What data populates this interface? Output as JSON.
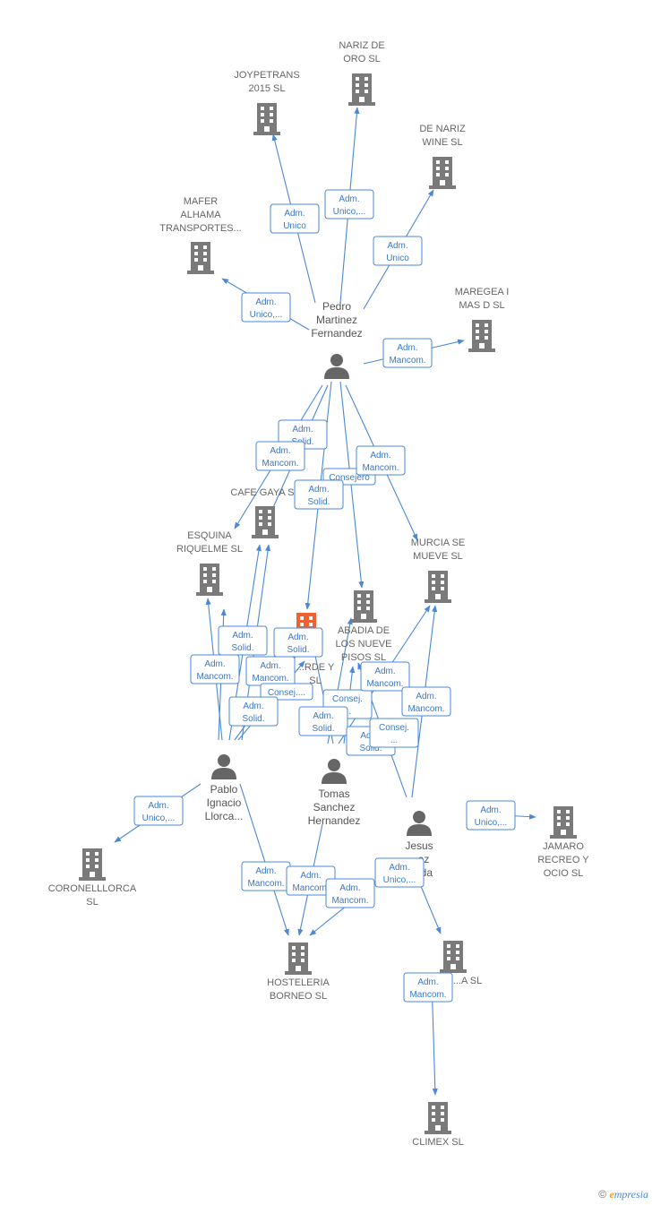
{
  "companies": [
    {
      "id": "nariz_oro",
      "lines": [
        "NARIZ DE",
        "ORO  SL"
      ],
      "color": "#7a7a7a"
    },
    {
      "id": "joypetrans",
      "lines": [
        "JOYPETRANS",
        "2015  SL"
      ],
      "color": "#7a7a7a"
    },
    {
      "id": "de_nariz",
      "lines": [
        "DE NARIZ",
        "WINE  SL"
      ],
      "color": "#7a7a7a"
    },
    {
      "id": "mafer",
      "lines": [
        "MAFER",
        "ALHAMA",
        "TRANSPORTES..."
      ],
      "color": "#7a7a7a"
    },
    {
      "id": "maregea",
      "lines": [
        "MAREGEA I",
        "MAS D  SL"
      ],
      "color": "#7a7a7a"
    },
    {
      "id": "cafe_gaya",
      "lines": [
        "CAFE GAYA SL"
      ],
      "color": "#7a7a7a"
    },
    {
      "id": "esquina",
      "lines": [
        "ESQUINA",
        "RIQUELME SL"
      ],
      "color": "#7a7a7a"
    },
    {
      "id": "murcia",
      "lines": [
        "MURCIA SE",
        "MUEVE  SL"
      ],
      "color": "#7a7a7a"
    },
    {
      "id": "abadia",
      "lines": [
        "ABADIA DE",
        "LOS NUEVE",
        "PISOS SL"
      ],
      "color": "#7a7a7a"
    },
    {
      "id": "verde",
      "lines": [
        "...RDE Y",
        "SL"
      ],
      "color": "#f06030"
    },
    {
      "id": "jamaro",
      "lines": [
        "JAMARO",
        "RECREO Y",
        "OCIO  SL"
      ],
      "color": "#7a7a7a"
    },
    {
      "id": "coronel",
      "lines": [
        "CORONELLLORCA",
        "SL"
      ],
      "color": "#7a7a7a"
    },
    {
      "id": "hosteleria",
      "lines": [
        "HOSTELERIA",
        "BORNEO  SL"
      ],
      "color": "#7a7a7a"
    },
    {
      "id": "unk_sl",
      "lines": [
        "...A  SL"
      ],
      "color": "#7a7a7a"
    },
    {
      "id": "climex",
      "lines": [
        "CLIMEX SL"
      ],
      "color": "#7a7a7a"
    }
  ],
  "persons": [
    {
      "id": "pedro",
      "lines": [
        "Pedro",
        "Martinez",
        "Fernandez"
      ]
    },
    {
      "id": "pablo",
      "lines": [
        "Pablo",
        "Ignacio",
        "Llorca..."
      ]
    },
    {
      "id": "tomas",
      "lines": [
        "Tomas",
        "Sanchez",
        "Hernandez"
      ]
    },
    {
      "id": "jesus",
      "lines": [
        "Jesus",
        "...ez",
        "...eda"
      ]
    }
  ],
  "edges": [
    {
      "from": "pedro",
      "to": "joypetrans",
      "label": [
        "Adm.",
        "Unico"
      ]
    },
    {
      "from": "pedro",
      "to": "nariz_oro",
      "label": [
        "Adm.",
        "Unico,..."
      ]
    },
    {
      "from": "pedro",
      "to": "de_nariz",
      "label": [
        "Adm.",
        "Unico"
      ]
    },
    {
      "from": "pedro",
      "to": "mafer",
      "label": [
        "Adm.",
        "Unico,..."
      ]
    },
    {
      "from": "pedro",
      "to": "maregea",
      "label": [
        "Adm.",
        "Mancom."
      ]
    },
    {
      "from": "pedro",
      "to": "esquina",
      "label": [
        "Adm.",
        "Solid."
      ]
    },
    {
      "from": "pedro",
      "to": "cafe_gaya",
      "label": [
        "Adm.",
        "Mancom."
      ]
    },
    {
      "from": "pedro",
      "to": "abadia",
      "label": [
        "Consejero"
      ]
    },
    {
      "from": "pedro",
      "to": "verde",
      "label": [
        "Adm.",
        "Solid."
      ]
    },
    {
      "from": "pedro",
      "to": "murcia",
      "label": [
        "Adm.",
        "Mancom."
      ]
    },
    {
      "from": "pablo",
      "to": "esquina",
      "label": [
        "Adm.",
        "Solid."
      ]
    },
    {
      "from": "pablo",
      "to": "verde",
      "label": [
        "Adm.",
        "Solid."
      ]
    },
    {
      "from": "pablo",
      "to": "esquina",
      "label": [
        "Adm.",
        "Mancom."
      ]
    },
    {
      "from": "pablo",
      "to": "verde",
      "label": [
        "Adm.",
        "Mancom."
      ]
    },
    {
      "from": "pablo",
      "to": "cafe_gaya",
      "label": [
        "Consej...."
      ]
    },
    {
      "from": "pablo",
      "to": "cafe_gaya",
      "label": [
        "Adm.",
        "Solid."
      ]
    },
    {
      "from": "pablo",
      "to": "coronel",
      "label": [
        "Adm.",
        "Unico,..."
      ]
    },
    {
      "from": "pablo",
      "to": "hosteleria",
      "label": [
        "Adm.",
        "Mancom."
      ]
    },
    {
      "from": "tomas",
      "to": "abadia",
      "label": [
        "Consej.",
        "..."
      ]
    },
    {
      "from": "tomas",
      "to": "verde",
      "label": [
        "Adm.",
        "Solid."
      ]
    },
    {
      "from": "tomas",
      "to": "murcia",
      "label": [
        "Adm.",
        "Mancom."
      ]
    },
    {
      "from": "tomas",
      "to": "abadia",
      "label": [
        "Adm.",
        "Solid."
      ]
    },
    {
      "from": "tomas",
      "to": "hosteleria",
      "label": [
        "Adm.",
        "Mancom."
      ]
    },
    {
      "from": "jesus",
      "to": "murcia",
      "label": [
        "Adm.",
        "Mancom."
      ]
    },
    {
      "from": "jesus",
      "to": "abadia",
      "label": [
        "Consej.",
        "..."
      ]
    },
    {
      "from": "jesus",
      "to": "jamaro",
      "label": [
        "Adm.",
        "Unico,..."
      ]
    },
    {
      "from": "jesus",
      "to": "hosteleria",
      "label": [
        "Adm.",
        "Mancom."
      ]
    },
    {
      "from": "jesus",
      "to": "unk_sl",
      "label": [
        "Adm.",
        "Unico,..."
      ]
    },
    {
      "from": "jesus",
      "to": "climex",
      "label": [
        "Adm.",
        "Mancom."
      ]
    }
  ],
  "footer": {
    "copyright": "©",
    "brand_first": "e",
    "brand_rest": "mpresia"
  }
}
